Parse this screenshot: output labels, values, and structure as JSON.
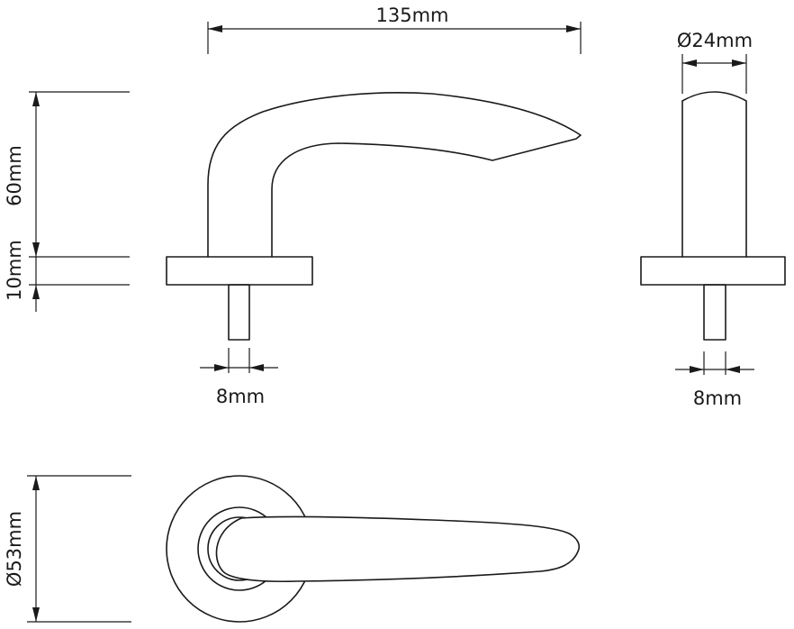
{
  "drawing": {
    "title": "",
    "stroke_color": "#1a1a1a",
    "background": "#ffffff"
  },
  "dimensions": {
    "overall_length": "135mm",
    "handle_height": "60mm",
    "rose_thickness": "10mm",
    "spindle_front": "8mm",
    "handle_diameter": "Ø24mm",
    "spindle_side": "8mm",
    "rose_diameter": "Ø53mm"
  }
}
